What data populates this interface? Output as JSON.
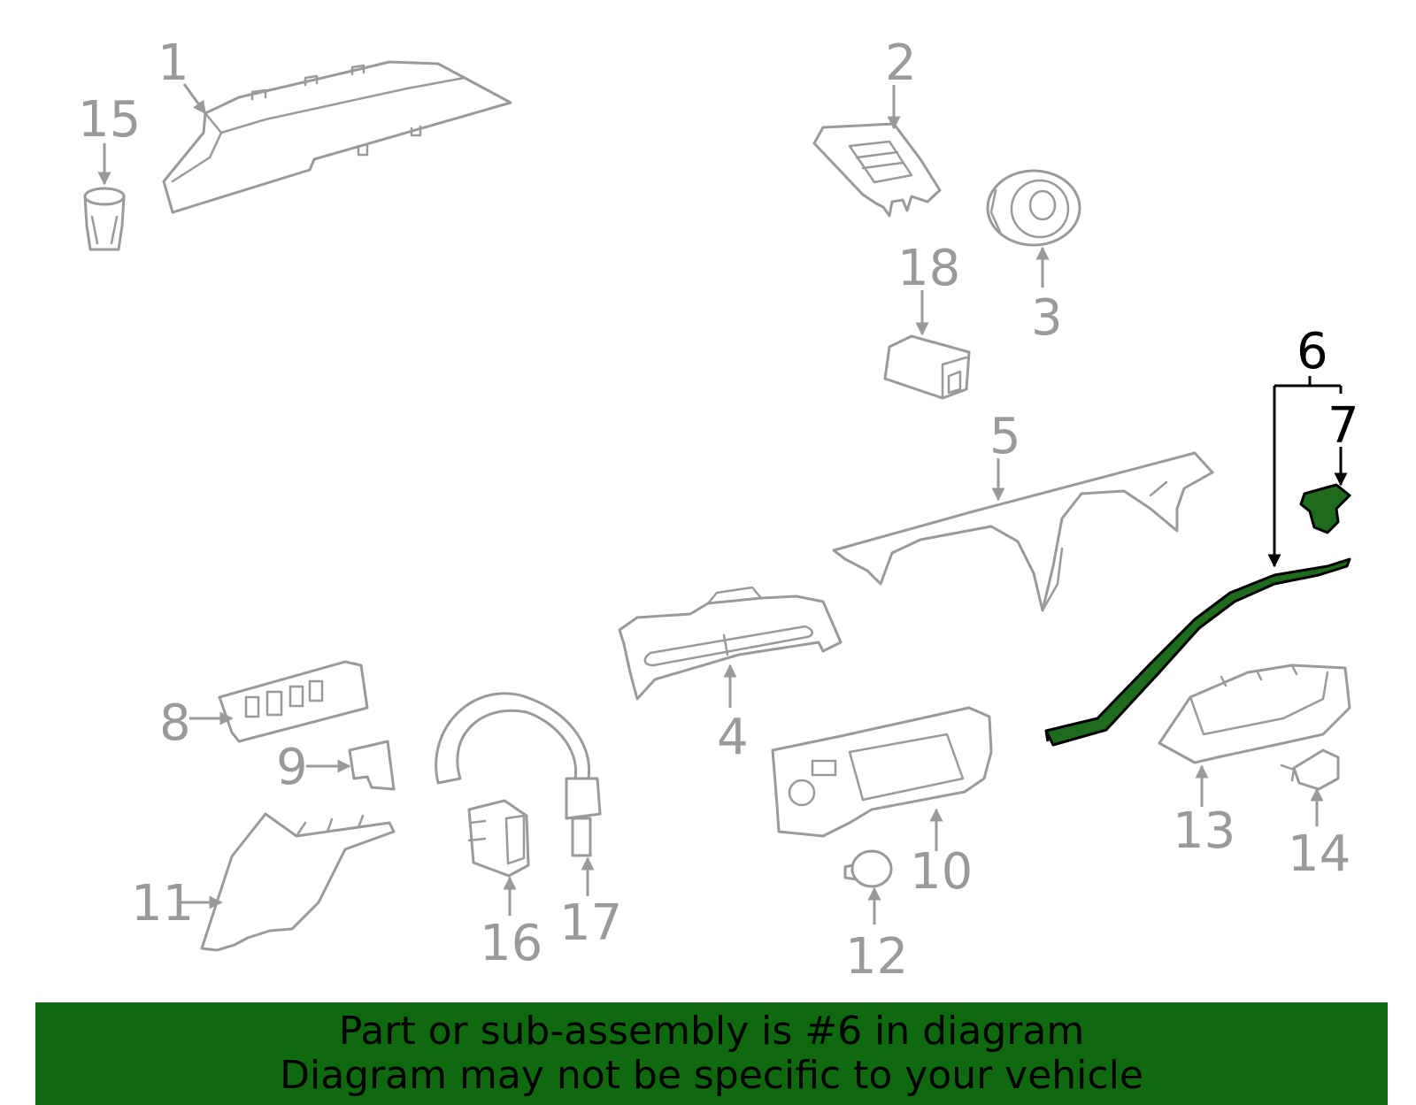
{
  "colors": {
    "part_outline": "#9a9a9a",
    "highlight_fill": "#1e6b1e",
    "highlight_outline": "#000000",
    "banner_background": "#0f6a0f",
    "banner_text": "#000000"
  },
  "highlighted_part": "6",
  "callouts": {
    "c1": "1",
    "c2": "2",
    "c3": "3",
    "c4": "4",
    "c5": "5",
    "c6": "6",
    "c7": "7",
    "c8": "8",
    "c9": "9",
    "c10": "10",
    "c11": "11",
    "c12": "12",
    "c13": "13",
    "c14": "14",
    "c15": "15",
    "c16": "16",
    "c17": "17",
    "c18": "18"
  },
  "banner": {
    "line1": "Part or sub-assembly is #6 in diagram",
    "line2": "Diagram may not be specific to your vehicle"
  }
}
